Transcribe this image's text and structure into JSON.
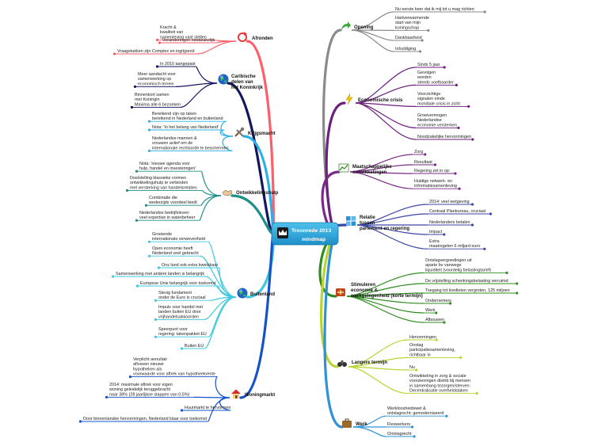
{
  "center": {
    "title": "Troonrede 2013",
    "subtitle": "mindmap"
  },
  "left": [
    {
      "id": "afronden",
      "label": "Afronden",
      "color": "#ff5f6b",
      "icon": "refresh-icon",
      "items": [
        "Kracht & kwaliteit van samenleving vast stellen",
        "Veranderingen noodzakelijk",
        "Vraagstukken zijn Complex en ingrijpend"
      ]
    },
    {
      "id": "caribische",
      "label": "Caribische delen van het Koninkrijk",
      "color": "#14165e",
      "icon": "globe-icon",
      "items": [
        "In 2010 aangepast",
        "Meer aandacht voor samenwerking op economisch terrein",
        "Binnenkort samen met Koningin Maxima alle 6 bezoeken"
      ]
    },
    {
      "id": "krijgsmacht",
      "label": "Krijgsmacht",
      "color": "#2bb0e8",
      "icon": "tools-icon",
      "items": [
        "Bereikend zijn op taken bereikend in Nederland en buitenland",
        "Nota: 'In het belang van Nederland'",
        "Nederlandse mannen & vrouwen actief om de internationale rechtsorde te beschermen"
      ]
    },
    {
      "id": "ontwikkelingshulp",
      "label": "Ontwikkelingshulp",
      "color": "#1f8f8a",
      "icon": "handshake-icon",
      "items": [
        "Nota: 'nieuwe agenda voor hulp, handel en investeringen'",
        "Doelstelling klassieke vormen ontwikkelingshulp te verbinden met versterking van handelsrelaties",
        "Combinatie die wederzijds voordeel biedt",
        "Nederlandse bedrijfsleven: veel expertise in waterbeheer"
      ]
    },
    {
      "id": "buitenland",
      "label": "Buitenland",
      "color": "#3ec8e0",
      "icon": "globe-icon",
      "items": [
        "Groeiende internationale verwevenheid",
        "Open economie heeft Nederland veel gebracht",
        "Ons land ook extra kwetsbaar",
        "Samenwerking met andere landen is belangrijk",
        "Europese Unie belangrijk voor toekomst",
        "Stevig fundament onder de Euro is cruciaal",
        "Impuls voor handel met landen buiten EU door vrijhandelsakkoorden",
        "Speerpunt voor regering: takenpakket EU",
        "Buiten EU"
      ]
    },
    {
      "id": "woningmarkt",
      "label": "Woningmarkt",
      "color": "#1452c8",
      "icon": "house-icon",
      "items": [
        "Verplicht annuïtair aflossen nieuwe hypotheken als voorwaarde voor aftrek van hypotheekrente",
        "2014: maximale aftrek voor eigen woning geleidelijk teruggebracht naar 38% (28 jaarlijkse stappen van 0,5%)",
        "Huurmarkt te hervormen",
        "Door binnenlandse hervormingen, Nederland klaar voor toekomst"
      ]
    }
  ],
  "right": [
    {
      "id": "opening",
      "label": "Opening",
      "color": "#8a8a8a",
      "icon": "green-arrow-icon",
      "items": [
        "Nu eerste keer dat ik mij tot u mag richten",
        "Hartverwarmende start van mijn koningschap",
        "Dankbaarheid",
        "Inhuldiging"
      ]
    },
    {
      "id": "economische",
      "label": "Economische crisis",
      "color": "#6c1f7d",
      "icon": "lightning-icon",
      "items": [
        "Sinds 5 jaar",
        "Gevolgen worden steeds voelbaarder",
        "Voorzichtige signalen einde mondiale crisis in zicht",
        "Groeivermogen Nederlandse economie versterken",
        "Noodzakelijke hervormingen"
      ]
    },
    {
      "id": "maatschappelijke",
      "label": "Maatschappelijke ontwikkelingen",
      "color": "#7a2a86",
      "icon": "chart-icon",
      "items": [
        "Zorg",
        "Resultaat",
        "Regering zet in op:",
        "Huidige netwerk- en informatiesamenleving"
      ]
    },
    {
      "id": "relatie",
      "label": "Relatie tussen parlement en regering",
      "color": "#3b46a6",
      "icon": "puzzle-icon",
      "items": [
        "2014: veel wetgeving",
        "Centraal Planbureau, cruciaal",
        "Nederlanders betalen",
        "Impact",
        "Extra maatregelen 6 miljard euro"
      ]
    },
    {
      "id": "stimuleren",
      "label": "Stimuleren economie & werkgelegenheid (korte termijn)",
      "color": "#2e8b1e",
      "icon": "stimulus-icon",
      "items": [
        "Ontslagvergoedingen uit aparte bv vanwege liquiditeit (voordelig belastingtarief)",
        "De vrijstelling schenkingsbelasting verruimd",
        "Toegang tot kredieten vergroten, 125 miljoen",
        "Ondernemers",
        "Werk",
        "Afbouwen"
      ]
    },
    {
      "id": "langere",
      "label": "Langere termijn",
      "color": "#b8d430",
      "icon": "binoculars-icon",
      "items": [
        "Hervormingen",
        "Onstag participatiesamenleving, richtbaar in",
        "Nu",
        "Ontwikkeling in zorg & sociale voorzieningen distrib bij mensen in samenhang tezorgen/sterven: Decentralisatie overheidstaken"
      ]
    },
    {
      "id": "werk",
      "label": "Werk",
      "color": "#2e92d6",
      "icon": "briefcase-icon",
      "items": [
        "Werkloosheidswet & ontslagrecht: gemoderniseerd",
        "Flexwerkers",
        "Ontslagrecht"
      ]
    }
  ]
}
